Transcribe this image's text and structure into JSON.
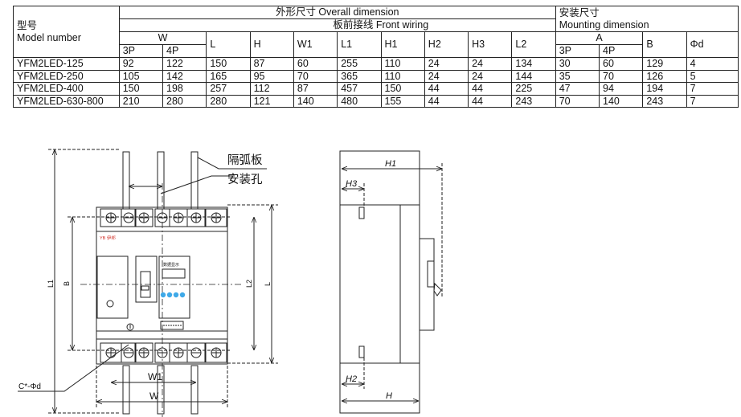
{
  "table": {
    "model_header": [
      "型号",
      "Model number"
    ],
    "overall_header": "外形尺寸 Overall dimension",
    "front_wiring_header": "板前接线 Front wiring",
    "mounting_header": [
      "安装尺寸",
      "Mounting dimension"
    ],
    "col_W": "W",
    "col_W_3P": "3P",
    "col_W_4P": "4P",
    "col_L": "L",
    "col_H": "H",
    "col_W1": "W1",
    "col_L1": "L1",
    "col_H1": "H1",
    "col_H2": "H2",
    "col_H3": "H3",
    "col_L2": "L2",
    "col_A": "A",
    "col_A_3P": "3P",
    "col_A_4P": "4P",
    "col_B": "B",
    "col_phi": "Φd",
    "rows": [
      {
        "model": "YFM2LED-125",
        "W3P": "92",
        "W4P": "122",
        "L": "150",
        "H": "87",
        "W1": "60",
        "L1": "255",
        "H1": "110",
        "H2": "24",
        "H3": "24",
        "L2": "134",
        "A3P": "30",
        "A4P": "60",
        "B": "129",
        "phi": "4"
      },
      {
        "model": "YFM2LED-250",
        "W3P": "105",
        "W4P": "142",
        "L": "165",
        "H": "95",
        "W1": "70",
        "L1": "365",
        "H1": "110",
        "H2": "24",
        "H3": "24",
        "L2": "144",
        "A3P": "35",
        "A4P": "70",
        "B": "126",
        "phi": "5"
      },
      {
        "model": "YFM2LED-400",
        "W3P": "150",
        "W4P": "198",
        "L": "257",
        "H": "112",
        "W1": "87",
        "L1": "457",
        "H1": "150",
        "H2": "44",
        "H3": "44",
        "L2": "225",
        "A3P": "47",
        "A4P": "94",
        "B": "194",
        "phi": "7"
      },
      {
        "model": "YFM2LED-630-800",
        "W3P": "210",
        "W4P": "280",
        "L": "280",
        "H": "121",
        "W1": "140",
        "L1": "480",
        "H1": "155",
        "H2": "44",
        "H3": "44",
        "L2": "243",
        "A3P": "70",
        "A4P": "140",
        "B": "243",
        "phi": "7"
      }
    ]
  },
  "front_view": {
    "callout_arc_plate": "隔弧板",
    "callout_mount_hole": "安装孔",
    "label_L1": "L1",
    "label_B": "B",
    "label_L2": "L2",
    "label_L": "L",
    "label_W1": "W1",
    "label_W": "W",
    "label_holes": "C*-Φd",
    "brand": "YB 伊邦",
    "display_label": "数据显示",
    "led_color": "#3fa9e8"
  },
  "side_view": {
    "label_H1": "H1",
    "label_H3": "H3",
    "label_H2": "H2",
    "label_H": "H"
  }
}
